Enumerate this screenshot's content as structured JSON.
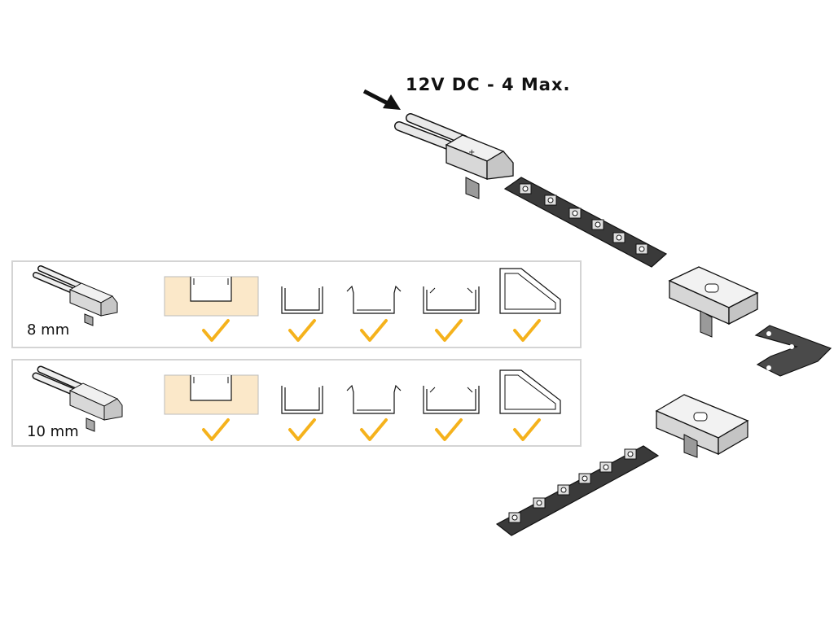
{
  "header": {
    "voltage_label": "12V DC - 4 Max."
  },
  "rows": [
    {
      "size_label": "8 mm",
      "profiles": [
        "surface",
        "u-channel",
        "flanged-channel",
        "deep-channel",
        "corner"
      ],
      "compatible": [
        true,
        true,
        true,
        true,
        true
      ]
    },
    {
      "size_label": "10 mm",
      "profiles": [
        "surface",
        "u-channel",
        "flanged-channel",
        "deep-channel",
        "corner"
      ],
      "compatible": [
        true,
        true,
        true,
        true,
        true
      ]
    }
  ],
  "colors": {
    "check": "#f5b21c",
    "panel_border": "#d4d4d4",
    "board_fill": "#fbe8c9",
    "strip": "#2a2a2a"
  },
  "icons": [
    "arrow-icon",
    "connector-icon",
    "led-strip-icon",
    "checkmark-icon",
    "profile-icon",
    "l-connector-icon"
  ]
}
